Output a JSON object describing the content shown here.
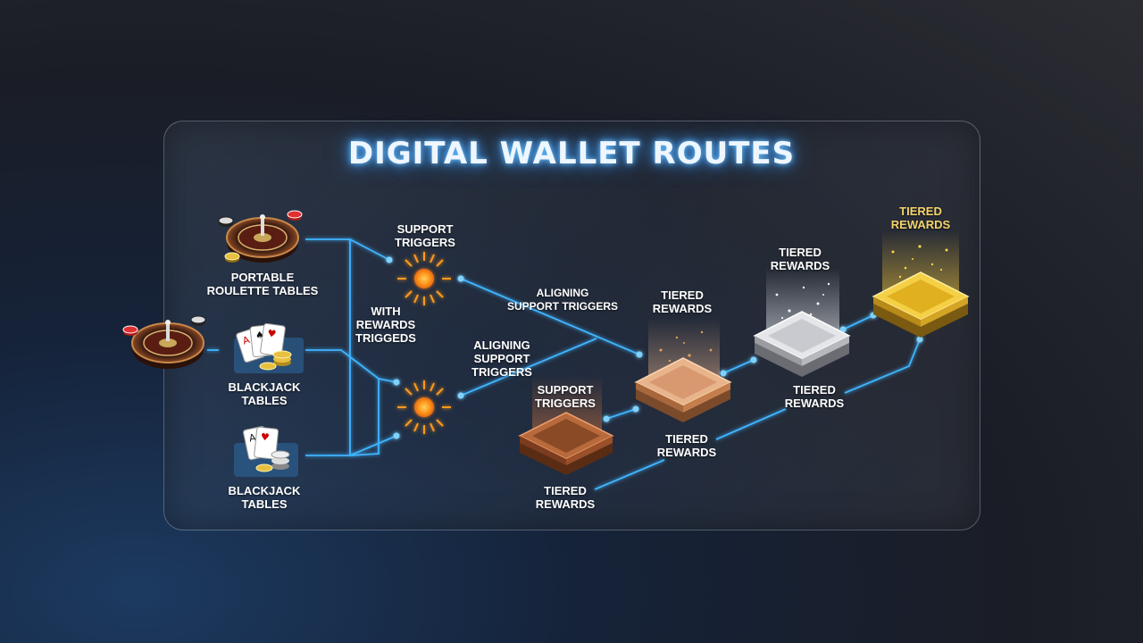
{
  "title": "DIGITAL WALLET ROUTES",
  "sources": [
    {
      "line1": "PORTABLE",
      "line2": "ROULETTE TABLES"
    },
    {
      "line1": "BLACKJACK",
      "line2": "TABLES"
    },
    {
      "line1": "BLACKJACK",
      "line2": "TABLES"
    }
  ],
  "connector_label": {
    "line1": "WITH",
    "line2": "REWARDS",
    "line3": "TRIGGEDS"
  },
  "trigger_top": {
    "line1": "SUPPORT",
    "line2": "TRIGGERS"
  },
  "aligning_top": {
    "line1": "ALIGNING",
    "line2": "SUPPORT TRIGGERS"
  },
  "aligning_mid": {
    "line1": "ALIGNING",
    "line2": "SUPPORT",
    "line3": "TRIGGERS"
  },
  "tiers": [
    {
      "line1": "SUPPORT",
      "line2": "TRIGGERS",
      "color": "#b86a3c"
    },
    {
      "line1": "TIERED",
      "line2": "REWARDS",
      "color": "#e8b48c"
    },
    {
      "line1": "TIERED",
      "line2": "REWARDS",
      "color": "#d9dbe0"
    },
    {
      "line1": "TIERED",
      "line2": "REWARDS",
      "color": "#f0c53a"
    }
  ],
  "bottom_labels": [
    {
      "line1": "TIERED",
      "line2": "REWARDS"
    },
    {
      "line1": "TIERED",
      "line2": "REWARDS"
    },
    {
      "line1": "TIERED",
      "line2": "REWARDS"
    }
  ],
  "colors": {
    "line": "#3fb4ff",
    "sun": "#ff9a1f",
    "gold_label": "#f3d36a"
  },
  "icons": [
    "roulette-wheel-icon",
    "playing-cards-icon",
    "casino-chip-icon",
    "sun-burst-icon"
  ]
}
